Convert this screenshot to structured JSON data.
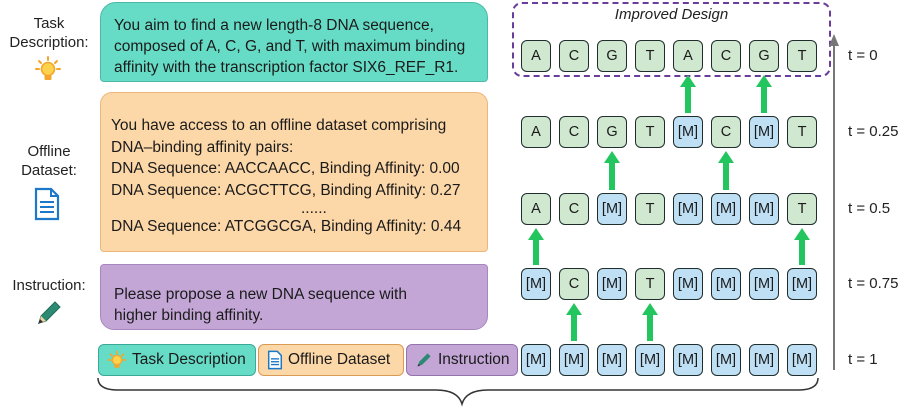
{
  "labels": {
    "task": [
      "Task",
      "Description:"
    ],
    "data": [
      "Offline",
      "Dataset:"
    ],
    "instruction": "Instruction:"
  },
  "panels": {
    "task": [
      "You aim to find a new length-8 DNA sequence,",
      "composed of A, C, G, and T, with maximum binding",
      "affinity with the transcription factor SIX6_REF_R1."
    ],
    "data": [
      "You have access to an offline dataset comprising",
      "DNA–binding affinity pairs:",
      "DNA Sequence: AACCAACC, Binding Affinity: 0.00",
      "DNA Sequence: ACGCTTCG, Binding Affinity: 0.27",
      "......",
      "DNA Sequence: ATCGGCGA, Binding Affinity: 0.44"
    ],
    "instruction": [
      "Please propose a new DNA sequence with",
      "higher binding affinity."
    ]
  },
  "chips": {
    "task": "Task Description",
    "data": "Offline Dataset",
    "instruction": "Instruction"
  },
  "improved_label": "Improved Design",
  "rows": [
    {
      "t": "t = 0",
      "tokens": [
        "A",
        "C",
        "G",
        "T",
        "A",
        "C",
        "G",
        "T"
      ]
    },
    {
      "t": "t = 0.25",
      "tokens": [
        "A",
        "C",
        "G",
        "T",
        "[M]",
        "C",
        "[M]",
        "T"
      ]
    },
    {
      "t": "t = 0.5",
      "tokens": [
        "A",
        "C",
        "[M]",
        "T",
        "[M]",
        "[M]",
        "[M]",
        "T"
      ]
    },
    {
      "t": "t = 0.75",
      "tokens": [
        "[M]",
        "C",
        "[M]",
        "T",
        "[M]",
        "[M]",
        "[M]",
        "[M]"
      ]
    },
    {
      "t": "t = 1",
      "tokens": [
        "[M]",
        "[M]",
        "[M]",
        "[M]",
        "[M]",
        "[M]",
        "[M]",
        "[M]"
      ]
    }
  ],
  "arrows_between": [
    {
      "from_row": 4,
      "to_row": 3,
      "positions": [
        1,
        3
      ]
    },
    {
      "from_row": 3,
      "to_row": 2,
      "positions": [
        0,
        7
      ]
    },
    {
      "from_row": 2,
      "to_row": 1,
      "positions": [
        2,
        5
      ]
    },
    {
      "from_row": 1,
      "to_row": 0,
      "positions": [
        4,
        6
      ]
    }
  ],
  "icons": [
    "lightbulb-icon",
    "document-icon",
    "pencil-icon"
  ],
  "colors": {
    "task": "#66dcc6",
    "data": "#fcd7a8",
    "instruction": "#c3a6d6",
    "letter_token": "#cfe8cf",
    "mask_token": "#bfe0f4",
    "arrow": "#22c55e",
    "improved_border": "#6a3d9a"
  }
}
